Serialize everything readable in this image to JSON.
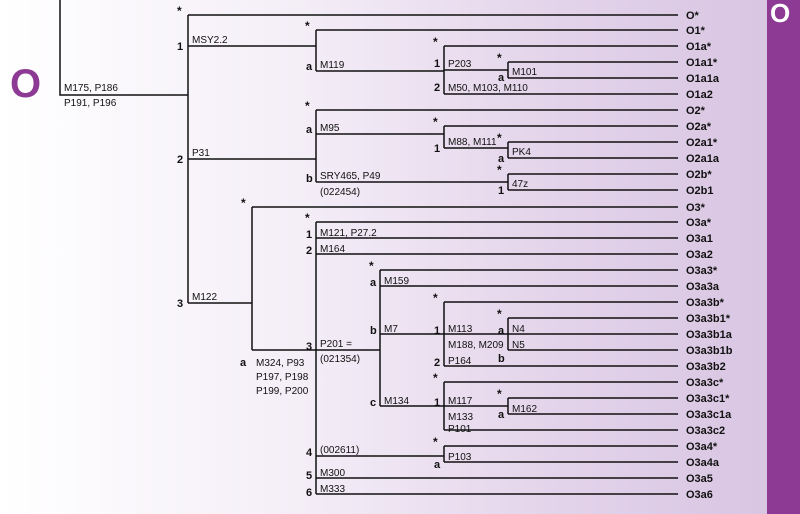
{
  "clade_letter": "O",
  "side_letter": "O",
  "colors": {
    "accent": "#8c3a94",
    "line": "#111111"
  },
  "haplogroups": [
    "O*",
    "O1*",
    "O1a*",
    "O1a1*",
    "O1a1a",
    "O1a2",
    "O2*",
    "O2a*",
    "O2a1*",
    "O2a1a",
    "O2b*",
    "O2b1",
    "O3*",
    "O3a*",
    "O3a1",
    "O3a2",
    "O3a3*",
    "O3a3a",
    "O3a3b*",
    "O3a3b1*",
    "O3a3b1a",
    "O3a3b1b",
    "O3a3b2",
    "O3a3c*",
    "O3a3c1*",
    "O3a3c1a",
    "O3a3c2",
    "O3a4*",
    "O3a4a",
    "O3a5",
    "O3a6"
  ],
  "markers": {
    "root_1": "M175, P186",
    "root_2": "P191, P196",
    "o1": "MSY2.2",
    "o1a": "M119",
    "o1a1": "P203",
    "o1a1a": "M101",
    "o1a2": "M50, M103, M110",
    "o2": "P31",
    "o2a": "M95",
    "o2a1": "M88, M111",
    "o2a1a": "PK4",
    "o2b_1": "SRY465, P49",
    "o2b_2": "(022454)",
    "o2b1": "47z",
    "o3": "M122",
    "o3a_1": "M324, P93",
    "o3a_2": "P197, P198",
    "o3a_3": "P199, P200",
    "o3a1": "M121, P27.2",
    "o3a2": "M164",
    "o3a3_1": "P201 =",
    "o3a3_2": "(021354)",
    "o3a3a": "M159",
    "o3a3b": "M7",
    "o3a3b1": "M113",
    "o3a3b1a": "N4",
    "o3a3b1b_1": "M188, M209",
    "o3a3b1b_2": "N5",
    "o3a3b2": "P164",
    "o3a3c": "M134",
    "o3a3c1": "M117",
    "o3a3c1a": "M162",
    "o3a3c2_1": "M133",
    "o3a3c2_2": "P101",
    "o3a4": "(002611)",
    "o3a4a": "P103",
    "o3a5": "M300",
    "o3a6": "M333"
  },
  "branch_labels": {
    "n1": "1",
    "n2": "2",
    "n3": "3",
    "o1a": "a",
    "o1a1": "1",
    "o1a1a": "a",
    "o1a2": "2",
    "o2a": "a",
    "o2a1": "1",
    "o2a1a": "a",
    "o2b": "b",
    "o2b1": "1",
    "o3a": "a",
    "o3a1": "1",
    "o3a2": "2",
    "o3a3": "3",
    "o3a3a": "a",
    "o3a3b": "b",
    "o3a3b1": "1",
    "o3a3b1a": "a",
    "o3a3b1b": "b",
    "o3a3b2": "2",
    "o3a3c": "c",
    "o3a3c1": "1",
    "o3a3c1a": "a",
    "o3a4": "4",
    "o3a4a": "a",
    "o3a5": "5",
    "o3a6": "6"
  },
  "paragroup_mark": "*"
}
